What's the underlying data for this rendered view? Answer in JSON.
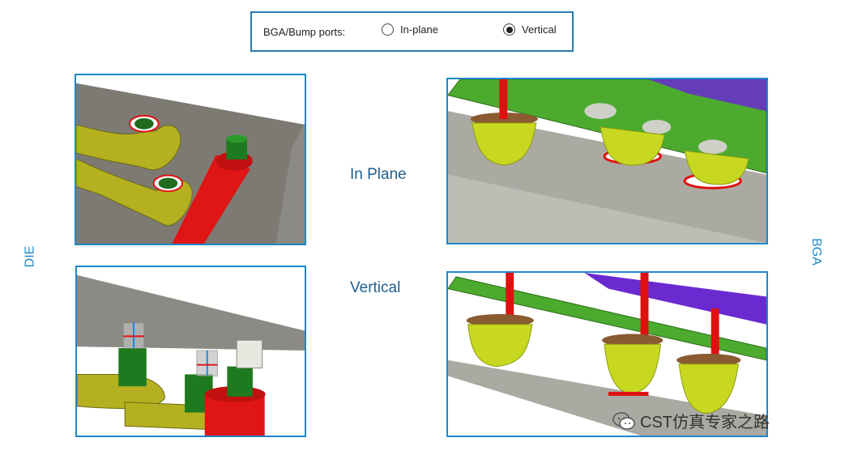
{
  "options": {
    "label": "BGA/Bump ports:",
    "items": [
      {
        "label": "In-plane",
        "checked": false
      },
      {
        "label": "Vertical",
        "checked": true
      }
    ]
  },
  "captions": {
    "in_plane": "In Plane",
    "vertical": "Vertical"
  },
  "side_labels": {
    "left": "DIE",
    "right": "BGA"
  },
  "watermark": "CST仿真专家之路"
}
